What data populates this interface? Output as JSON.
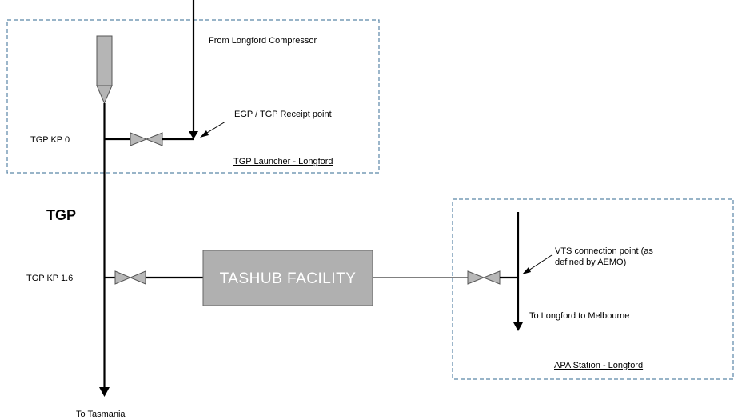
{
  "labels": {
    "from_compressor": "From Longford Compressor",
    "receipt_point": "EGP / TGP Receipt point",
    "tgp_kp0": "TGP KP 0",
    "tgp_launcher": "TGP Launcher - Longford",
    "tgp": "TGP",
    "tgp_kp16": "TGP KP 1.6",
    "facility": "TASHUB FACILITY",
    "vts_line1": "VTS connection point (as",
    "vts_line2": "defined by AEMO)",
    "to_melbourne": "To Longford to Melbourne",
    "apa_station": "APA Station - Longford",
    "to_tasmania": "To Tasmania"
  },
  "colors": {
    "boundary": "#5b86a8",
    "facility_fill": "#b0b0b0",
    "valve_fill": "#b8b8b8",
    "launcher_fill": "#b5b5b5"
  }
}
